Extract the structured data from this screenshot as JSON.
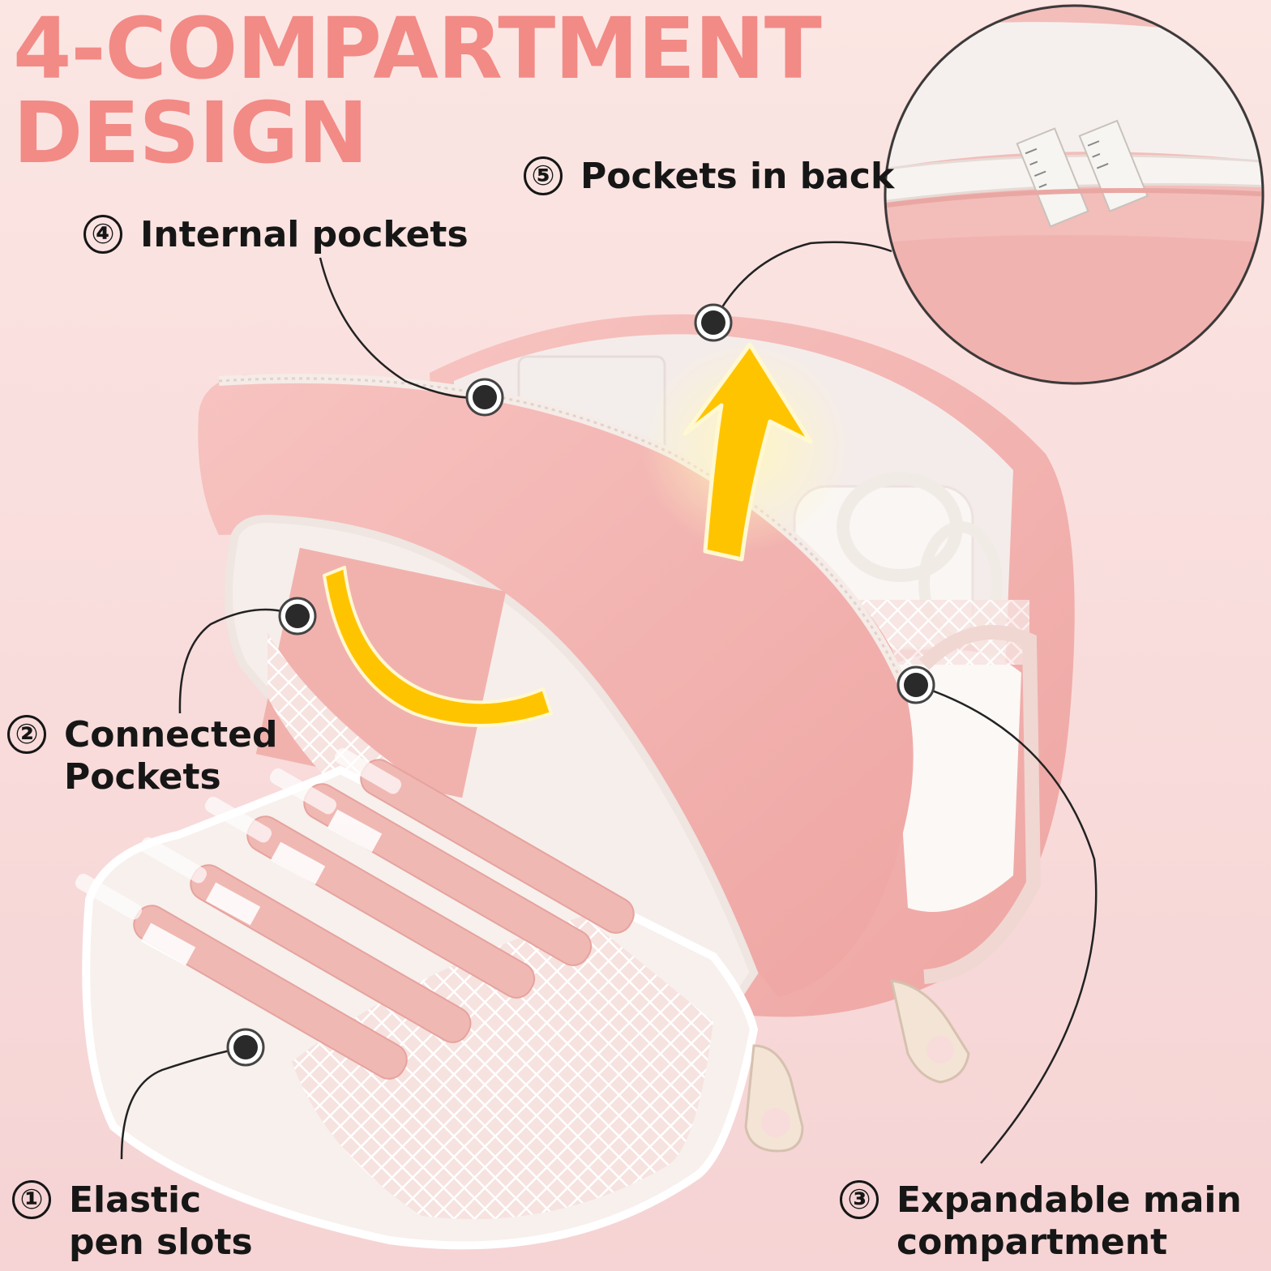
{
  "title": {
    "line1": "4-COMPARTMENT",
    "line2": "DESIGN"
  },
  "colors": {
    "title": "#f28a86",
    "text": "#161616",
    "bag_pink": "#f3b7b4",
    "bag_pink_dark": "#e99d9a",
    "lining": "#f7f1ee",
    "arrow": "#ffc400"
  },
  "callouts": [
    {
      "number": "①",
      "lines": [
        "Elastic",
        "pen slots"
      ]
    },
    {
      "number": "②",
      "lines": [
        "Connected",
        "Pockets"
      ]
    },
    {
      "number": "③",
      "lines": [
        "Expandable main",
        "compartment"
      ]
    },
    {
      "number": "④",
      "lines": [
        "Internal pockets"
      ]
    },
    {
      "number": "⑤",
      "lines": [
        "Pockets in back"
      ]
    }
  ],
  "icons": [
    "marker-dot-icon",
    "up-arrow-icon",
    "curved-arrow-icon",
    "zipper-pull-icon"
  ]
}
